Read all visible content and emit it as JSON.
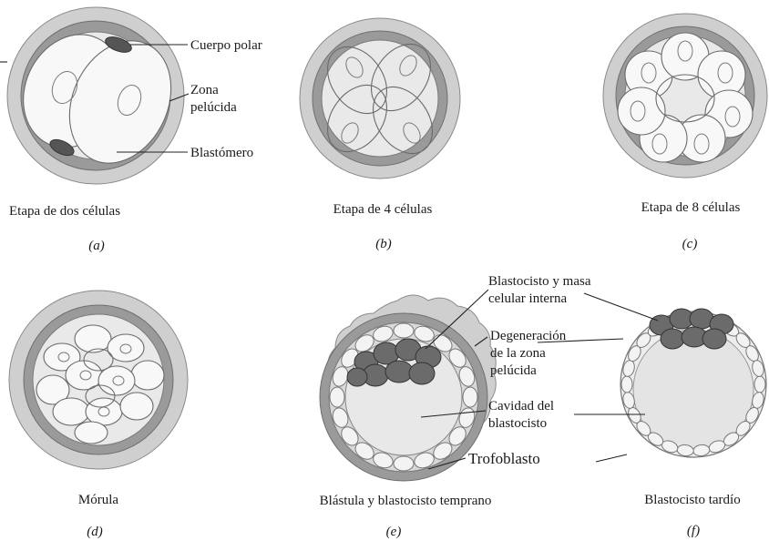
{
  "panels": {
    "a": {
      "caption": "Etapa de dos células",
      "letter": "(a)",
      "labels": {
        "polar_body": "Cuerpo polar",
        "zona_1": "Zona",
        "zona_2": "pelúcida",
        "blastomere": "Blastómero"
      }
    },
    "b": {
      "caption": "Etapa de 4 células",
      "letter": "(b)"
    },
    "c": {
      "caption": "Etapa de 8 células",
      "letter": "(c)"
    },
    "d": {
      "caption": "Mórula",
      "letter": "(d)"
    },
    "e": {
      "caption": "Blástula y blastocisto temprano",
      "letter": "(e)",
      "labels": {
        "icm_1": "Blastocisto y masa",
        "icm_2": "celular interna",
        "degen_1": "Degeneración",
        "degen_2": "de la zona",
        "degen_3": "pelúcida",
        "cavity_1": "Cavidad del",
        "cavity_2": "blastocisto",
        "trophoblast": "Trofoblasto"
      }
    },
    "f": {
      "caption": "Blastocisto tardío",
      "letter": "(f)"
    }
  }
}
